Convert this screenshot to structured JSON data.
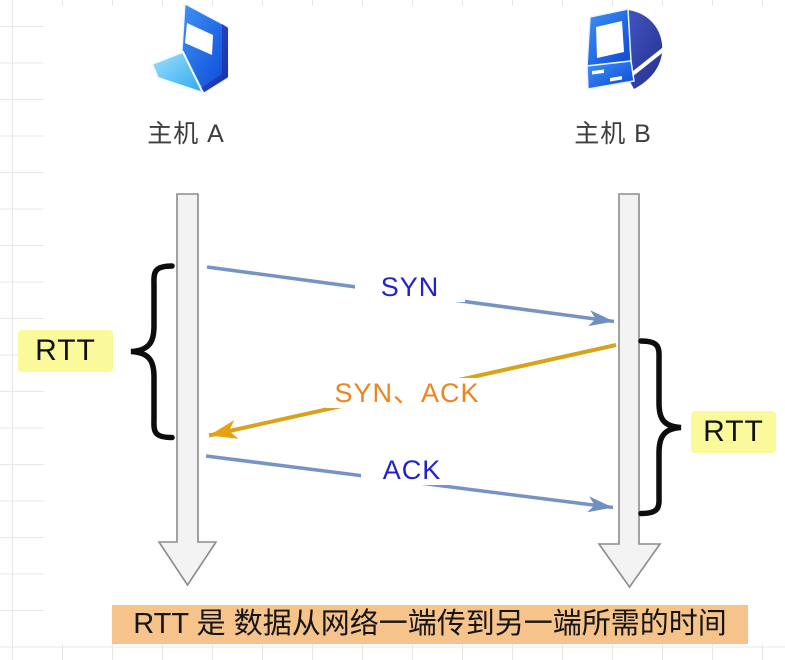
{
  "colors": {
    "blue-line": "#7593C4",
    "blue-arrowhead": "#6E8FC2",
    "blue-text": "#2222CC",
    "orange-line": "#D9A21B",
    "orange-arrowhead": "#E8A00D",
    "orange-text": "#F0831C",
    "yellow-highlight": "#FAFA9B",
    "caption-bg": "#F6C38B",
    "lifeline-fill": "#F3F3F3",
    "lifeline-stroke": "#8C8C8C",
    "brace-color": "#0D0D0D",
    "label-text": "#3D3D3D",
    "grid-line": "#E7E7E7"
  },
  "hosts": {
    "a": {
      "label": "主机 A",
      "icon": "laptop-icon"
    },
    "b": {
      "label": "主机 B",
      "icon": "desktop-computer-icon"
    }
  },
  "messages": [
    {
      "label": "SYN",
      "direction": "a-to-b"
    },
    {
      "label": "SYN、ACK",
      "direction": "b-to-a"
    },
    {
      "label": "ACK",
      "direction": "a-to-b"
    }
  ],
  "rtt": {
    "left_label": "RTT",
    "right_label": "RTT"
  },
  "caption": {
    "text": "RTT 是 数据从网络一端传到另一端所需的时间"
  }
}
